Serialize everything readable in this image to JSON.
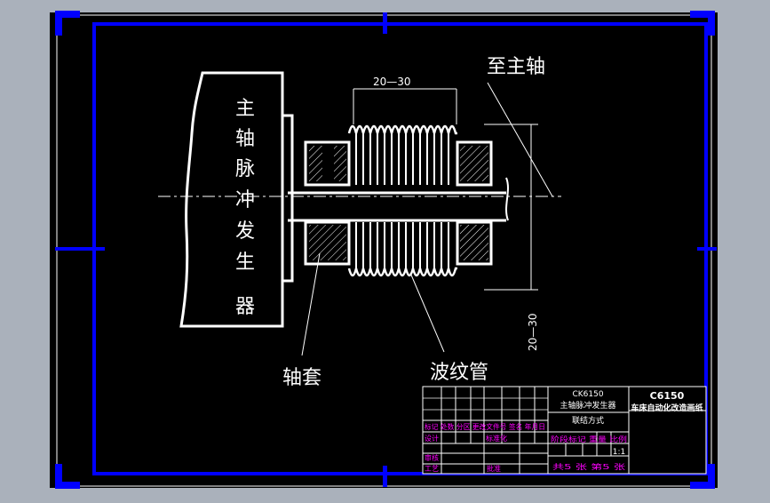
{
  "drawing": {
    "labels": {
      "generator_vertical": [
        "主",
        "轴",
        "脉",
        "冲",
        "发",
        "生",
        "器"
      ],
      "to_spindle": "至主轴",
      "sleeve": "轴套",
      "bellows": "波纹管",
      "dim_top": "20—30",
      "dim_right": "20—30"
    }
  },
  "title_block": {
    "model_small": "CK6150",
    "title_line1": "主轴脉冲发生器",
    "title_line2": "联结方式",
    "project_line1": "C6150",
    "project_line2": "车床自动化改造画纸",
    "rev_headers": "标记 处数 分区 更改文件号 签名 年月日",
    "designer": "设计",
    "standardization": "标准化",
    "stage_header": "阶段标记 重量 比例",
    "scale": "1:1",
    "reviewer": "审核",
    "process": "工艺",
    "approve": "批准",
    "sheets": "共5 张 第5 张"
  },
  "colors": {
    "background": "#000000",
    "border": "#0000ff",
    "lines": "#ffffff",
    "title_text_magenta": "#ff00ff",
    "app_bg": "#aab1bb"
  }
}
